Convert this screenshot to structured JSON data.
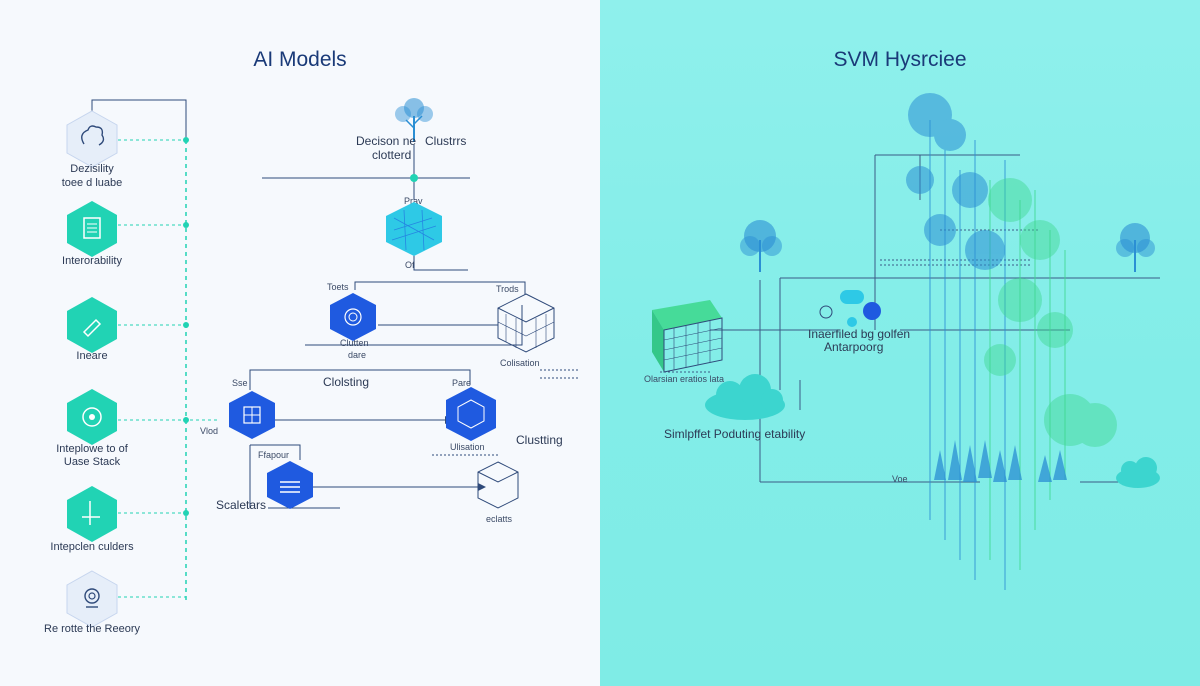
{
  "colors": {
    "teal": "#21d3b4",
    "blue": "#1f5ae0",
    "cyan": "#2ec9e6",
    "line": "#2f4a7a",
    "left_bg": "#f6f9fd",
    "right_bg": "#86efe9",
    "tree_blue": "#2b8fd4",
    "tree_green": "#3fd890"
  },
  "left": {
    "title": "AI Models",
    "sidebar": [
      {
        "label_1": "Dezisility",
        "label_2": "toee d luabe",
        "icon": "brain-icon",
        "style": "light"
      },
      {
        "label_1": "Interorability",
        "label_2": "",
        "icon": "document-icon",
        "style": "teal"
      },
      {
        "label_1": "Ineare",
        "label_2": "",
        "icon": "pencil-icon",
        "style": "teal"
      },
      {
        "label_1": "Inteplowe to of",
        "label_2": "Uase Stack",
        "icon": "target-icon",
        "style": "teal"
      },
      {
        "label_1": "Intepclen culders",
        "label_2": "",
        "icon": "axis-icon",
        "style": "teal"
      },
      {
        "label_1": "Re rotte the Reeory",
        "label_2": "",
        "icon": "spiral-icon",
        "style": "light"
      }
    ],
    "diagram": {
      "decision_1": "Decison ne",
      "decision_2": "clotterd",
      "clusters": "Clustrrs",
      "prav": "Prav",
      "of": "Of",
      "toets": "Toets",
      "trods": "Trods",
      "clutten": "Clutten",
      "dare": "dare",
      "colisation": "Colisation",
      "sse": "Sse",
      "clolsting": "Clolsting",
      "pare": "Pare",
      "vlod": "Vlod",
      "ulisation": "Ulisation",
      "clusting": "Clustting",
      "ffapour": "Ffapour",
      "scaletars": "Scaletars",
      "eclatts": "eclatts"
    }
  },
  "right": {
    "title": "SVM Hysrciee",
    "interfiled_1": "Inaerfiled bg golfen",
    "interfiled_2": "Antarpoorg",
    "caption": "Simlpffet Poduting etability",
    "voe": "Voe",
    "grid_caption": "Olarsian eratios lata"
  }
}
